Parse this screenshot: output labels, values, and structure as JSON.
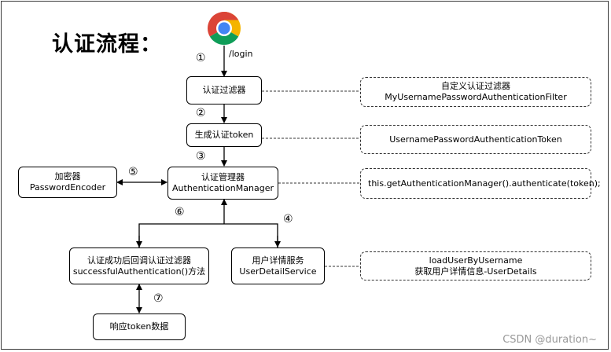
{
  "title": "认证流程：",
  "browser": {
    "icon": "chrome-icon",
    "label": "/login"
  },
  "steps": [
    "①",
    "②",
    "③",
    "④",
    "⑤",
    "⑥",
    "⑦"
  ],
  "nodes": {
    "auth_filter": "认证过滤器",
    "gen_token": "生成认证token",
    "manager": {
      "line1": "认证管理器",
      "line2": "AuthenticationManager"
    },
    "encoder": {
      "line1": "加密器",
      "line2": "PasswordEncoder"
    },
    "success": {
      "line1": "认证成功后回调认证过滤器",
      "line2": "successfulAuthentication()方法"
    },
    "user_service": {
      "line1": "用户详情服务",
      "line2": "UserDetailService"
    },
    "respond": "响应token数据"
  },
  "notes": {
    "filter": {
      "line1": "自定义认证过滤器",
      "line2": "MyUsernamePasswordAuthenticationFilter"
    },
    "token": "UsernamePasswordAuthenticationToken",
    "authenticate": "this.getAuthenticationManager().authenticate(token);",
    "load_user": {
      "line1": "loadUserByUsername",
      "line2": "获取用户详情信息-UserDetails"
    }
  },
  "watermark": "CSDN @duration~",
  "colors": {
    "chrome_red": "#db4437",
    "chrome_green": "#0f9d58",
    "chrome_yellow": "#f4b400",
    "chrome_blue": "#4285f4"
  }
}
